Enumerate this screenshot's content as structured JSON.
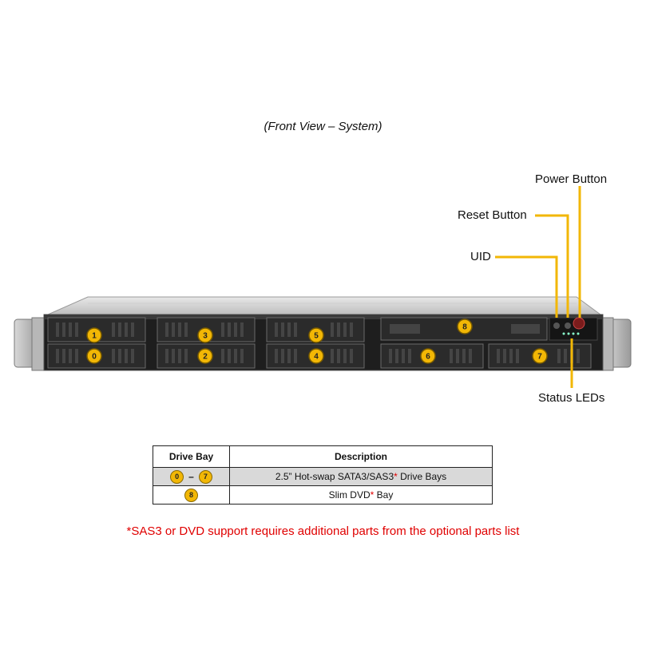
{
  "caption": "(Front View – System)",
  "callouts": {
    "power_button": "Power Button",
    "reset_button": "Reset Button",
    "uid": "UID",
    "status_leds": "Status LEDs"
  },
  "drive_bays": [
    "0",
    "1",
    "2",
    "3",
    "4",
    "5",
    "6",
    "7"
  ],
  "dvd_bay": "8",
  "table": {
    "col_bay": "Drive Bay",
    "col_desc": "Description",
    "row1": {
      "from": "0",
      "dash": "–",
      "to": "7",
      "desc_main": "2.5” Hot-swap SATA3/SAS3",
      "desc_star": "*",
      "desc_tail": " Drive Bays"
    },
    "row2": {
      "bay": "8",
      "desc_main": "Slim DVD",
      "desc_star": "*",
      "desc_tail": " Bay"
    }
  },
  "footnote": "*SAS3 or DVD support requires additional parts from the optional parts list",
  "colors": {
    "badge": "#f2b705",
    "callout_line": "#f2b705",
    "footnote": "#e00000"
  }
}
